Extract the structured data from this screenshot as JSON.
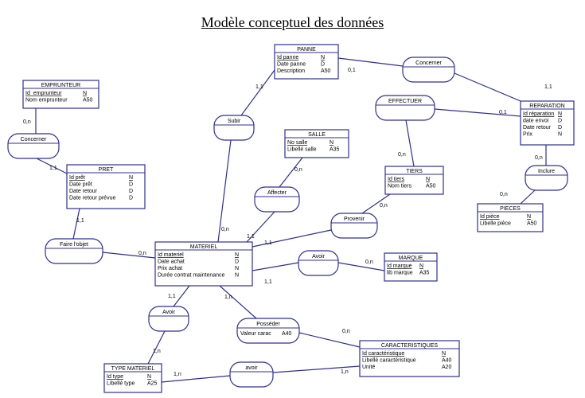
{
  "title": "Modèle conceptuel des données",
  "colors": {
    "line": "#2e2e9a",
    "text": "#000000",
    "bg": "#ffffff"
  },
  "entities": [
    {
      "id": "panne",
      "name": "PANNE",
      "attrs": [
        [
          "Id panne",
          "N",
          true
        ],
        [
          "Date panne",
          "D",
          false
        ],
        [
          "Description",
          "A50",
          false
        ]
      ]
    },
    {
      "id": "emprunteur",
      "name": "EMPRUNTEUR",
      "attrs": [
        [
          "Id_emprunteur",
          "N",
          true
        ],
        [
          "Nom emprunteur",
          "A50",
          false
        ]
      ]
    },
    {
      "id": "pret",
      "name": "PRET",
      "attrs": [
        [
          "Id prêt",
          "N",
          true
        ],
        [
          "Date prêt",
          "D",
          false
        ],
        [
          "Date retour",
          "D",
          false
        ],
        [
          "Date retour prévue",
          "D",
          false
        ]
      ]
    },
    {
      "id": "salle",
      "name": "SALLE",
      "attrs": [
        [
          "No salle",
          "N",
          true
        ],
        [
          "Libellé salle",
          "A35",
          false
        ]
      ]
    },
    {
      "id": "tiers",
      "name": "TIERS",
      "attrs": [
        [
          "Id tiers",
          "N",
          true
        ],
        [
          "Nom tiers",
          "A50",
          false
        ]
      ]
    },
    {
      "id": "reparation",
      "name": "REPARATION",
      "attrs": [
        [
          "Id réparation",
          "N",
          true
        ],
        [
          "date envoi",
          "D",
          false
        ],
        [
          "Date retour",
          "D",
          false
        ],
        [
          "Prix",
          "N",
          false
        ]
      ]
    },
    {
      "id": "pieces",
      "name": "PIECES",
      "attrs": [
        [
          "Id pièce",
          "N",
          true
        ],
        [
          "Libelle pièce",
          "A50",
          false
        ]
      ]
    },
    {
      "id": "materiel",
      "name": "MATERIEL",
      "attrs": [
        [
          "Id materiel",
          "N",
          true
        ],
        [
          "Date achat",
          "D",
          false
        ],
        [
          "Prix achat",
          "N",
          false
        ],
        [
          "Durée contrat maintenance",
          "N",
          false
        ]
      ]
    },
    {
      "id": "marque",
      "name": "MARQUE",
      "attrs": [
        [
          "Id marque",
          "N",
          true
        ],
        [
          "lib marque",
          "A35",
          false
        ]
      ]
    },
    {
      "id": "caracteristiques",
      "name": "CARACTERISTIQUES",
      "attrs": [
        [
          "Id caractéristique",
          "N",
          true
        ],
        [
          "Libellé caractéristique",
          "A40",
          false
        ],
        [
          "Unité",
          "A20",
          false
        ]
      ]
    },
    {
      "id": "type_materiel",
      "name": "TYPE MATERIEL",
      "attrs": [
        [
          "Id type",
          "N",
          true
        ],
        [
          "Libellé type",
          "A25",
          false
        ]
      ]
    }
  ],
  "associations": [
    {
      "id": "concerner_rep",
      "name": "Concerner",
      "attrs": []
    },
    {
      "id": "effectuer",
      "name": "EFFECTUER",
      "attrs": []
    },
    {
      "id": "subir",
      "name": "Subir",
      "attrs": []
    },
    {
      "id": "concerner_pret",
      "name": "Concerner",
      "attrs": []
    },
    {
      "id": "inclure",
      "name": "Inclure",
      "attrs": []
    },
    {
      "id": "affecter",
      "name": "Affecter",
      "attrs": []
    },
    {
      "id": "provenir",
      "name": "Provenir",
      "attrs": []
    },
    {
      "id": "faire_objet",
      "name": "Faire l'objet",
      "attrs": []
    },
    {
      "id": "avoir_marque",
      "name": "Avoir",
      "attrs": []
    },
    {
      "id": "avoir_type",
      "name": "Avoir",
      "attrs": []
    },
    {
      "id": "posseder",
      "name": "Posséder",
      "attrs": [
        [
          "Valeur carac",
          "A40"
        ]
      ]
    },
    {
      "id": "avoir_carac",
      "name": "avoir",
      "attrs": []
    }
  ],
  "links": [
    {
      "from": "panne",
      "to": "concerner_rep",
      "card": "0,1"
    },
    {
      "from": "reparation",
      "to": "concerner_rep",
      "card": "1,1"
    },
    {
      "from": "reparation",
      "to": "effectuer",
      "card": "0,1"
    },
    {
      "from": "tiers",
      "to": "effectuer",
      "card": "0,n"
    },
    {
      "from": "panne",
      "to": "subir",
      "card": "1,1"
    },
    {
      "from": "materiel",
      "to": "subir",
      "card": "0,n"
    },
    {
      "from": "emprunteur",
      "to": "concerner_pret",
      "card": "0,n"
    },
    {
      "from": "pret",
      "to": "concerner_pret",
      "card": "1,1"
    },
    {
      "from": "reparation",
      "to": "inclure",
      "card": "0,n"
    },
    {
      "from": "pieces",
      "to": "inclure",
      "card": "0,n"
    },
    {
      "from": "salle",
      "to": "affecter",
      "card": "0,n"
    },
    {
      "from": "materiel",
      "to": "affecter",
      "card": "1,1"
    },
    {
      "from": "tiers",
      "to": "provenir",
      "card": "0,n"
    },
    {
      "from": "materiel",
      "to": "provenir",
      "card": "1,1"
    },
    {
      "from": "pret",
      "to": "faire_objet",
      "card": "1,1"
    },
    {
      "from": "materiel",
      "to": "faire_objet",
      "card": "0,n"
    },
    {
      "from": "marque",
      "to": "avoir_marque",
      "card": "0,n"
    },
    {
      "from": "materiel",
      "to": "avoir_marque",
      "card": "1,1"
    },
    {
      "from": "materiel",
      "to": "avoir_type",
      "card": "1,1"
    },
    {
      "from": "type_materiel",
      "to": "avoir_type",
      "card": "1,n"
    },
    {
      "from": "materiel",
      "to": "posseder",
      "card": "1,n"
    },
    {
      "from": "caracteristiques",
      "to": "posseder",
      "card": "0,n"
    },
    {
      "from": "type_materiel",
      "to": "avoir_carac",
      "card": "1,n"
    },
    {
      "from": "caracteristiques",
      "to": "avoir_carac",
      "card": "1,n"
    }
  ]
}
